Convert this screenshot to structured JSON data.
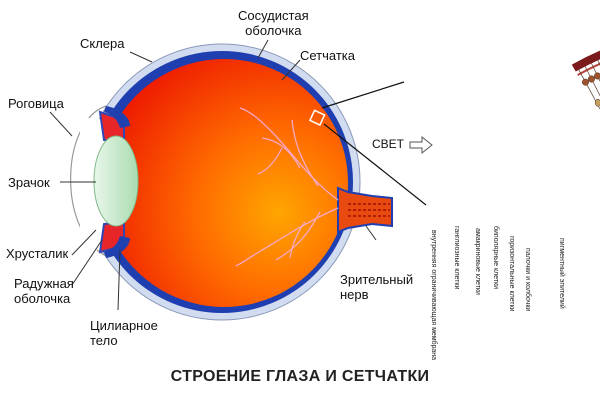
{
  "title": "СТРОЕНИЕ ГЛАЗА И СЕТЧАТКИ",
  "labels": {
    "sclera": "Склера",
    "choroid_l1": "Сосудистая",
    "choroid_l2": "оболочка",
    "retina": "Сетчатка",
    "cornea": "Роговица",
    "pupil": "Зрачок",
    "lens": "Хрусталик",
    "iris_l1": "Радужная",
    "iris_l2": "оболочка",
    "ciliary_l1": "Цилиарное",
    "ciliary_l2": "тело",
    "nerve_l1": "Зрительный",
    "nerve_l2": "нерв",
    "light": "СВЕТ"
  },
  "retina_layers": [
    "внутренняя ограничивающая мембрана",
    "ганглиозные клетки",
    "амакриновые клетки",
    "биполярные клетки",
    "горизонтальные клетки",
    "палочки и колбочки",
    "пигментный эпителий"
  ],
  "colors": {
    "sclera_outer": "#d2dcf0",
    "choroid": "#1f3fb0",
    "eye_red": "#f01e00",
    "eye_orange": "#ff9a00",
    "lens": "#bfe8c4",
    "vessel": "#f7a7c4",
    "nerve": "#e84a10"
  }
}
